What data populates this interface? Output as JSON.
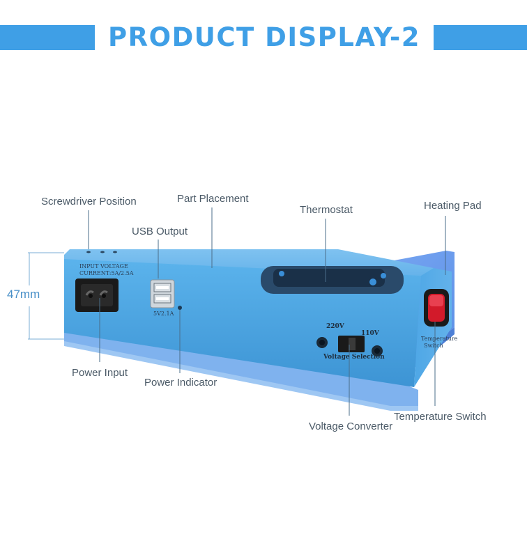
{
  "banner": {
    "title": "PRODUCT DISPLAY-2"
  },
  "dimension": {
    "height_label": "47mm"
  },
  "labels": {
    "screwdriver_position": "Screwdriver Position",
    "part_placement": "Part Placement",
    "thermostat": "Thermostat",
    "heating_pad": "Heating Pad",
    "usb_output": "USB Output",
    "power_input": "Power Input",
    "power_indicator": "Power Indicator",
    "voltage_converter": "Voltage Converter",
    "temperature_switch": "Temperature Switch"
  },
  "device_text": {
    "input_voltage": "INPUT VOLTAGE",
    "current": "CURRENT:5A/2.5A",
    "usb_rating": "5V2.1A",
    "v220": "220V",
    "v110": "110V",
    "voltage_selection": "Voltage Selection",
    "switch_label_1": "Temperature",
    "switch_label_2": "Switch"
  },
  "colors": {
    "accent": "#3f9fe6",
    "body_blue": "#4aa5e2",
    "pad_blue": "#6d9df0",
    "label_text": "#4b5a67",
    "rocker_red": "#d21a2a"
  }
}
